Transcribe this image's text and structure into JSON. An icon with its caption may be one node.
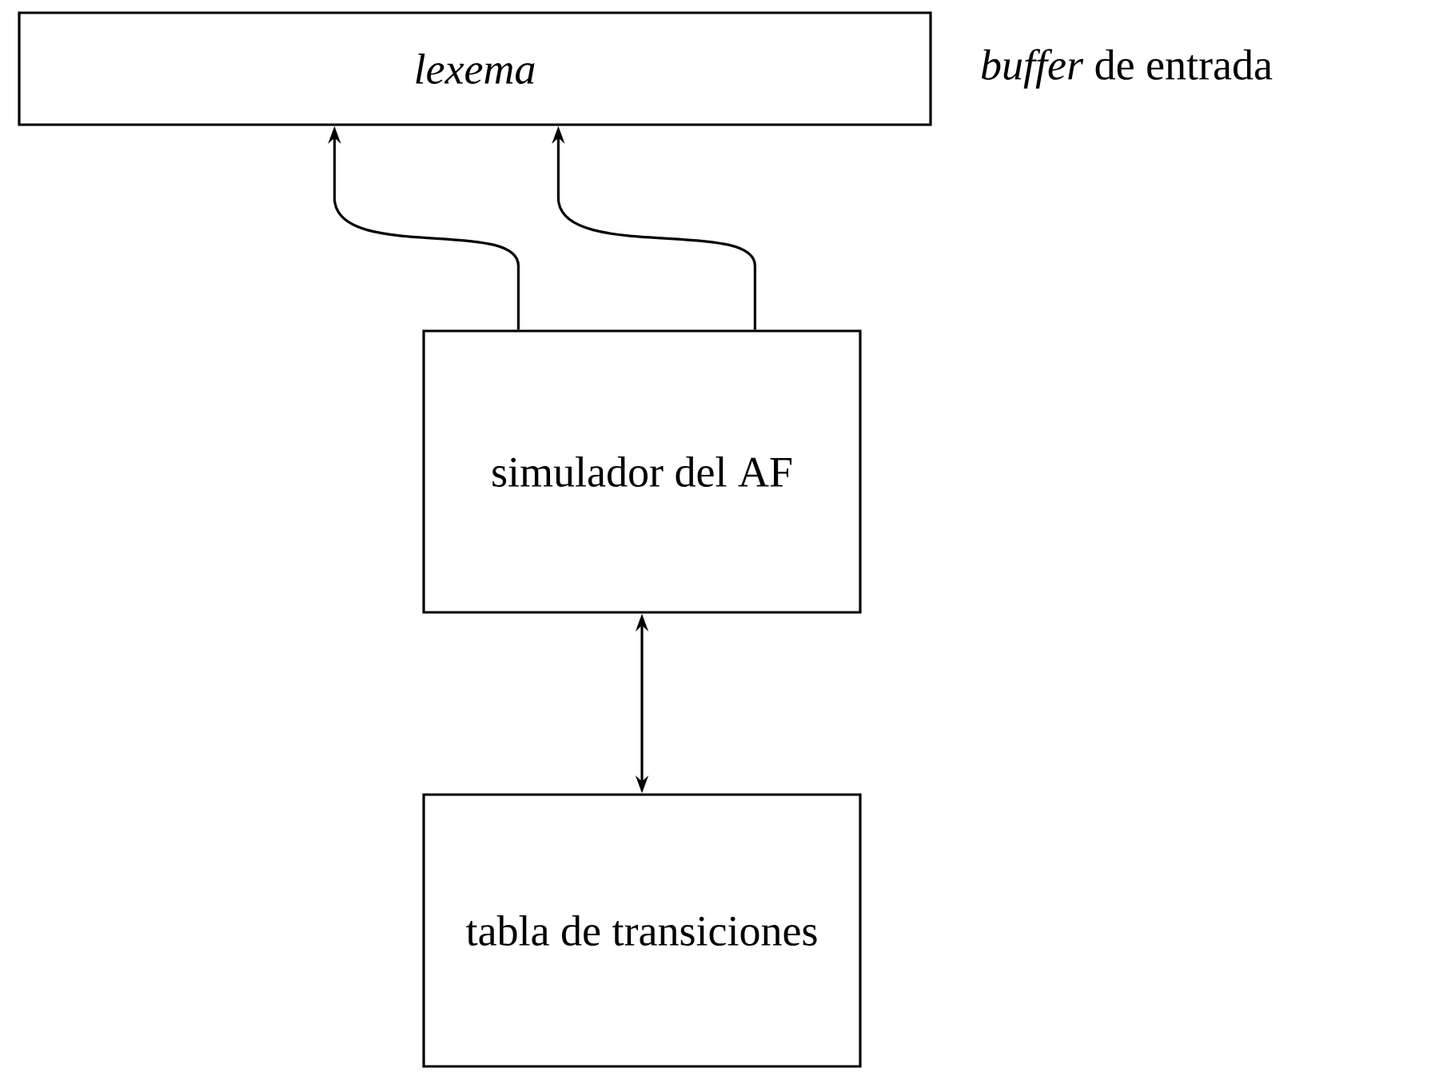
{
  "diagram": {
    "nodes": [
      {
        "text": [
          "lexema"
        ],
        "beside": [
          "*buffer* de entrada"
        ]
      },
      {
        "text": [
          "simulador del AF"
        ]
      },
      {
        "text": [
          "tabla de transiciones"
        ]
      }
    ],
    "edges": [
      {
        "from": 1,
        "to": 0,
        "arrow": "to"
      },
      {
        "from": 1,
        "to": 0,
        "arrow": "to"
      },
      {
        "from": 1,
        "to": 2,
        "arrow": "both"
      }
    ]
  }
}
